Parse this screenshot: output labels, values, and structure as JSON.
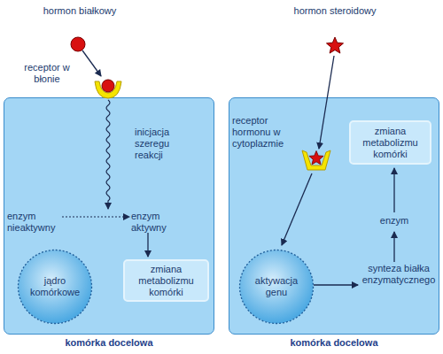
{
  "diagram": {
    "nodes": [
      {
        "text": [
          "komórka docelowa"
        ]
      },
      {
        "text": [
          "zmiana metabolizmu komórki"
        ],
        "in": 0
      },
      {
        "text": [
          "jądro komórkowe"
        ],
        "in": 0
      },
      {
        "text": [
          "komórka docelowa"
        ]
      },
      {
        "text": [
          "zmiana metabolizmu komórki"
        ],
        "in": 3
      },
      {
        "text": [
          "aktywacja genu"
        ],
        "in": 3
      }
    ],
    "labels": [
      "hormon białkowy",
      "receptor w błonie",
      "inicjacja szeregu reakcji",
      "enzym nieaktywny",
      "enzym aktywny",
      "hormon steroidowy",
      "receptor hormonu w cytoplazmie",
      "synteza białka enzymatycznego",
      "enzym"
    ]
  }
}
